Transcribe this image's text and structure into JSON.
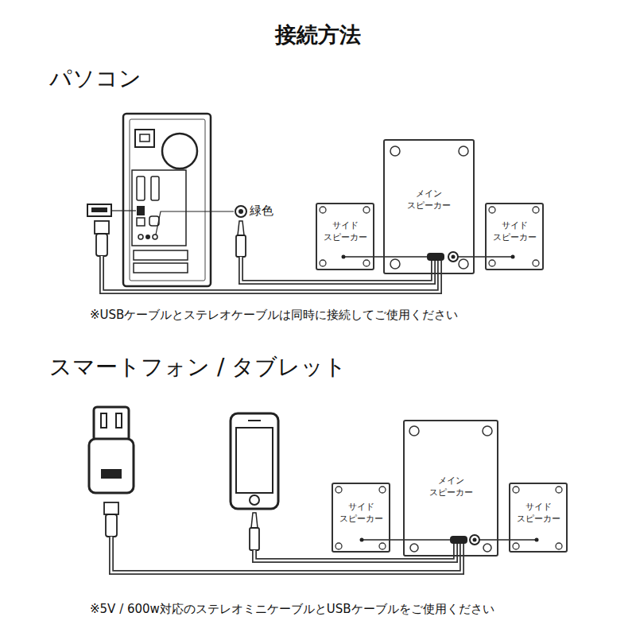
{
  "diagram": {
    "title": "接続方法",
    "nodes": [
      {
        "text": [
          "サイド スピーカー"
        ]
      },
      {
        "text": [
          "メイン スピーカー"
        ]
      },
      {
        "text": [
          "サイド スピーカー"
        ]
      },
      {
        "text": [
          "サイド スピーカー"
        ]
      },
      {
        "text": [
          "メイン スピーカー"
        ]
      },
      {
        "text": [
          "サイド スピーカー"
        ]
      }
    ],
    "edges": [
      {
        "from": 0,
        "to": 1,
        "arrow": "none"
      },
      {
        "from": 2,
        "to": 1,
        "arrow": "none"
      },
      {
        "from": 3,
        "to": 4,
        "arrow": "none"
      },
      {
        "from": 5,
        "to": 4,
        "arrow": "none"
      }
    ],
    "labels": [
      "パソコン",
      "緑色",
      "※USBケーブルとステレオケーブルは同時に接続してご使用ください",
      "スマートフォン / タブレット",
      "※5V / 600w対応のステレオミニケーブルとUSBケーブルをご使用ください"
    ]
  }
}
